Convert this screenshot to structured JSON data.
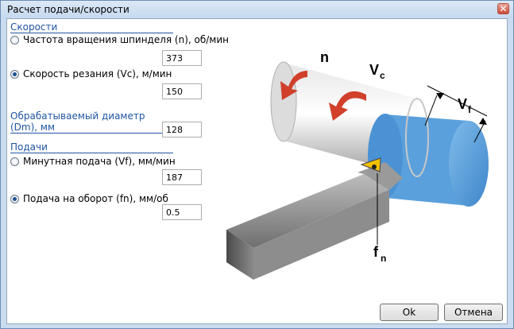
{
  "window": {
    "title": "Расчет подачи/скорости",
    "close_glyph": "✕"
  },
  "speeds": {
    "header": "Скорости",
    "spindle_label": "Частота вращения шпинделя (n), об/мин",
    "spindle_value": "373",
    "cutting_label": "Скорость резания (Vc), м/мин",
    "cutting_value": "150",
    "selected": "cutting"
  },
  "diameter": {
    "header": "Обрабатываемый диаметр (Dm), мм",
    "value": "128"
  },
  "feeds": {
    "header": "Подачи",
    "minute_label": "Минутная подача (Vf), мм/мин",
    "minute_value": "187",
    "per_rev_label": "Подача на оборот (fn), мм/об",
    "per_rev_value": "0.5",
    "selected": "per_rev"
  },
  "illustration": {
    "n": "n",
    "vc": "V",
    "vc_sub": "c",
    "vf": "V",
    "vf_sub": "f",
    "fn": "f",
    "fn_sub": "n"
  },
  "buttons": {
    "ok": "Ok",
    "cancel": "Отмена"
  },
  "colors": {
    "accent": "#1f55a3",
    "workpiece": "#5aa0dc",
    "arrow": "#d0402a"
  }
}
